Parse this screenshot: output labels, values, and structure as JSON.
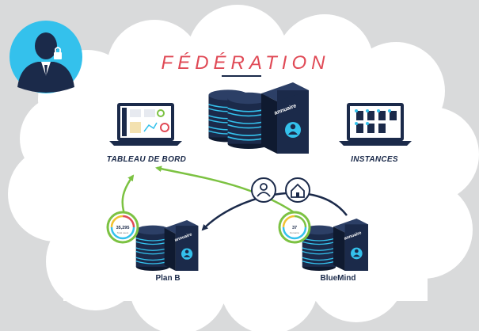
{
  "title": "FÉDÉRATION",
  "nodes": {
    "dashboard": "TABLEAU DE BORD",
    "instances": "INSTANCES",
    "server1": "Plan B",
    "server2": "BlueMind"
  },
  "server_tag": "annuaire",
  "gauge1": {
    "value": "35,295",
    "sub": "Total users"
  },
  "gauge2": {
    "value": "37",
    "sub": "Domains"
  },
  "colors": {
    "navy": "#1b2a4a",
    "accent_red": "#e04a56",
    "green": "#7cc242",
    "cyan": "#34c1ec",
    "cloud": "#ffffff",
    "background": "#d9dadb"
  },
  "icons": [
    "user-lock-icon",
    "user-icon",
    "home-icon",
    "database-icon",
    "server-icon",
    "laptop-icon"
  ]
}
